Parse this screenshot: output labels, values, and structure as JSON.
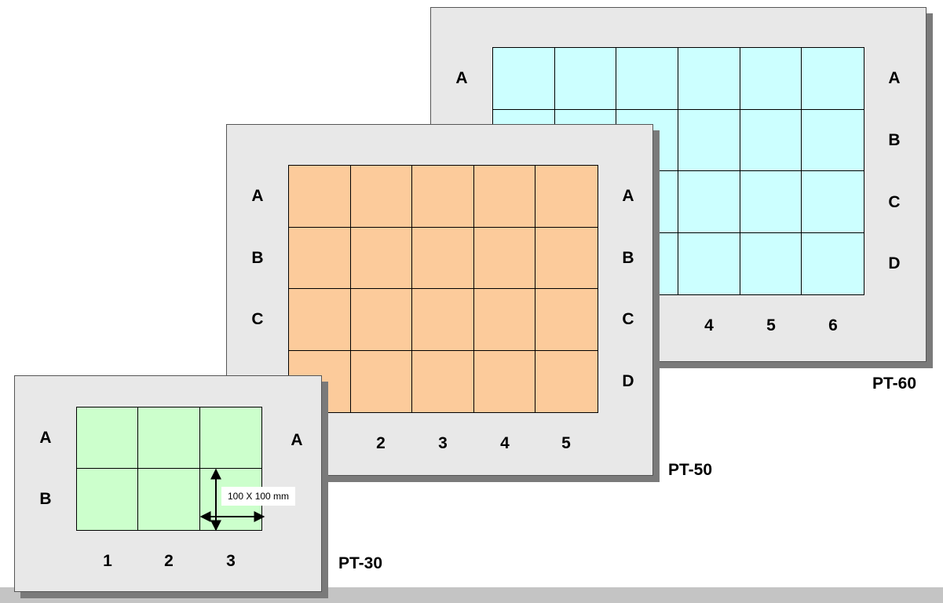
{
  "colors": {
    "pt60_cell": "#ccffff",
    "pt50_cell": "#fccb9b",
    "pt30_cell": "#ccffcc",
    "panel": "#e8e8e8",
    "shadow": "#7a7a7a"
  },
  "trays": [
    {
      "id": "pt60",
      "model": "PT-60",
      "columns": 6,
      "rows_count": 4,
      "left_rows": [
        "A"
      ],
      "right_rows": [
        "A",
        "B",
        "C",
        "D"
      ],
      "column_labels": [
        "4",
        "5",
        "6"
      ]
    },
    {
      "id": "pt50",
      "model": "PT-50",
      "columns": 5,
      "rows_count": 4,
      "left_rows": [
        "A",
        "B",
        "C"
      ],
      "right_rows": [
        "A",
        "B",
        "C",
        "D"
      ],
      "column_labels": [
        "2",
        "3",
        "4",
        "5"
      ]
    },
    {
      "id": "pt30",
      "model": "PT-30",
      "columns": 3,
      "rows_count": 2,
      "left_rows": [
        "A",
        "B"
      ],
      "right_rows": [
        "A"
      ],
      "column_labels": [
        "1",
        "2",
        "3"
      ],
      "cell_size_note": "100 X 100 mm"
    }
  ]
}
